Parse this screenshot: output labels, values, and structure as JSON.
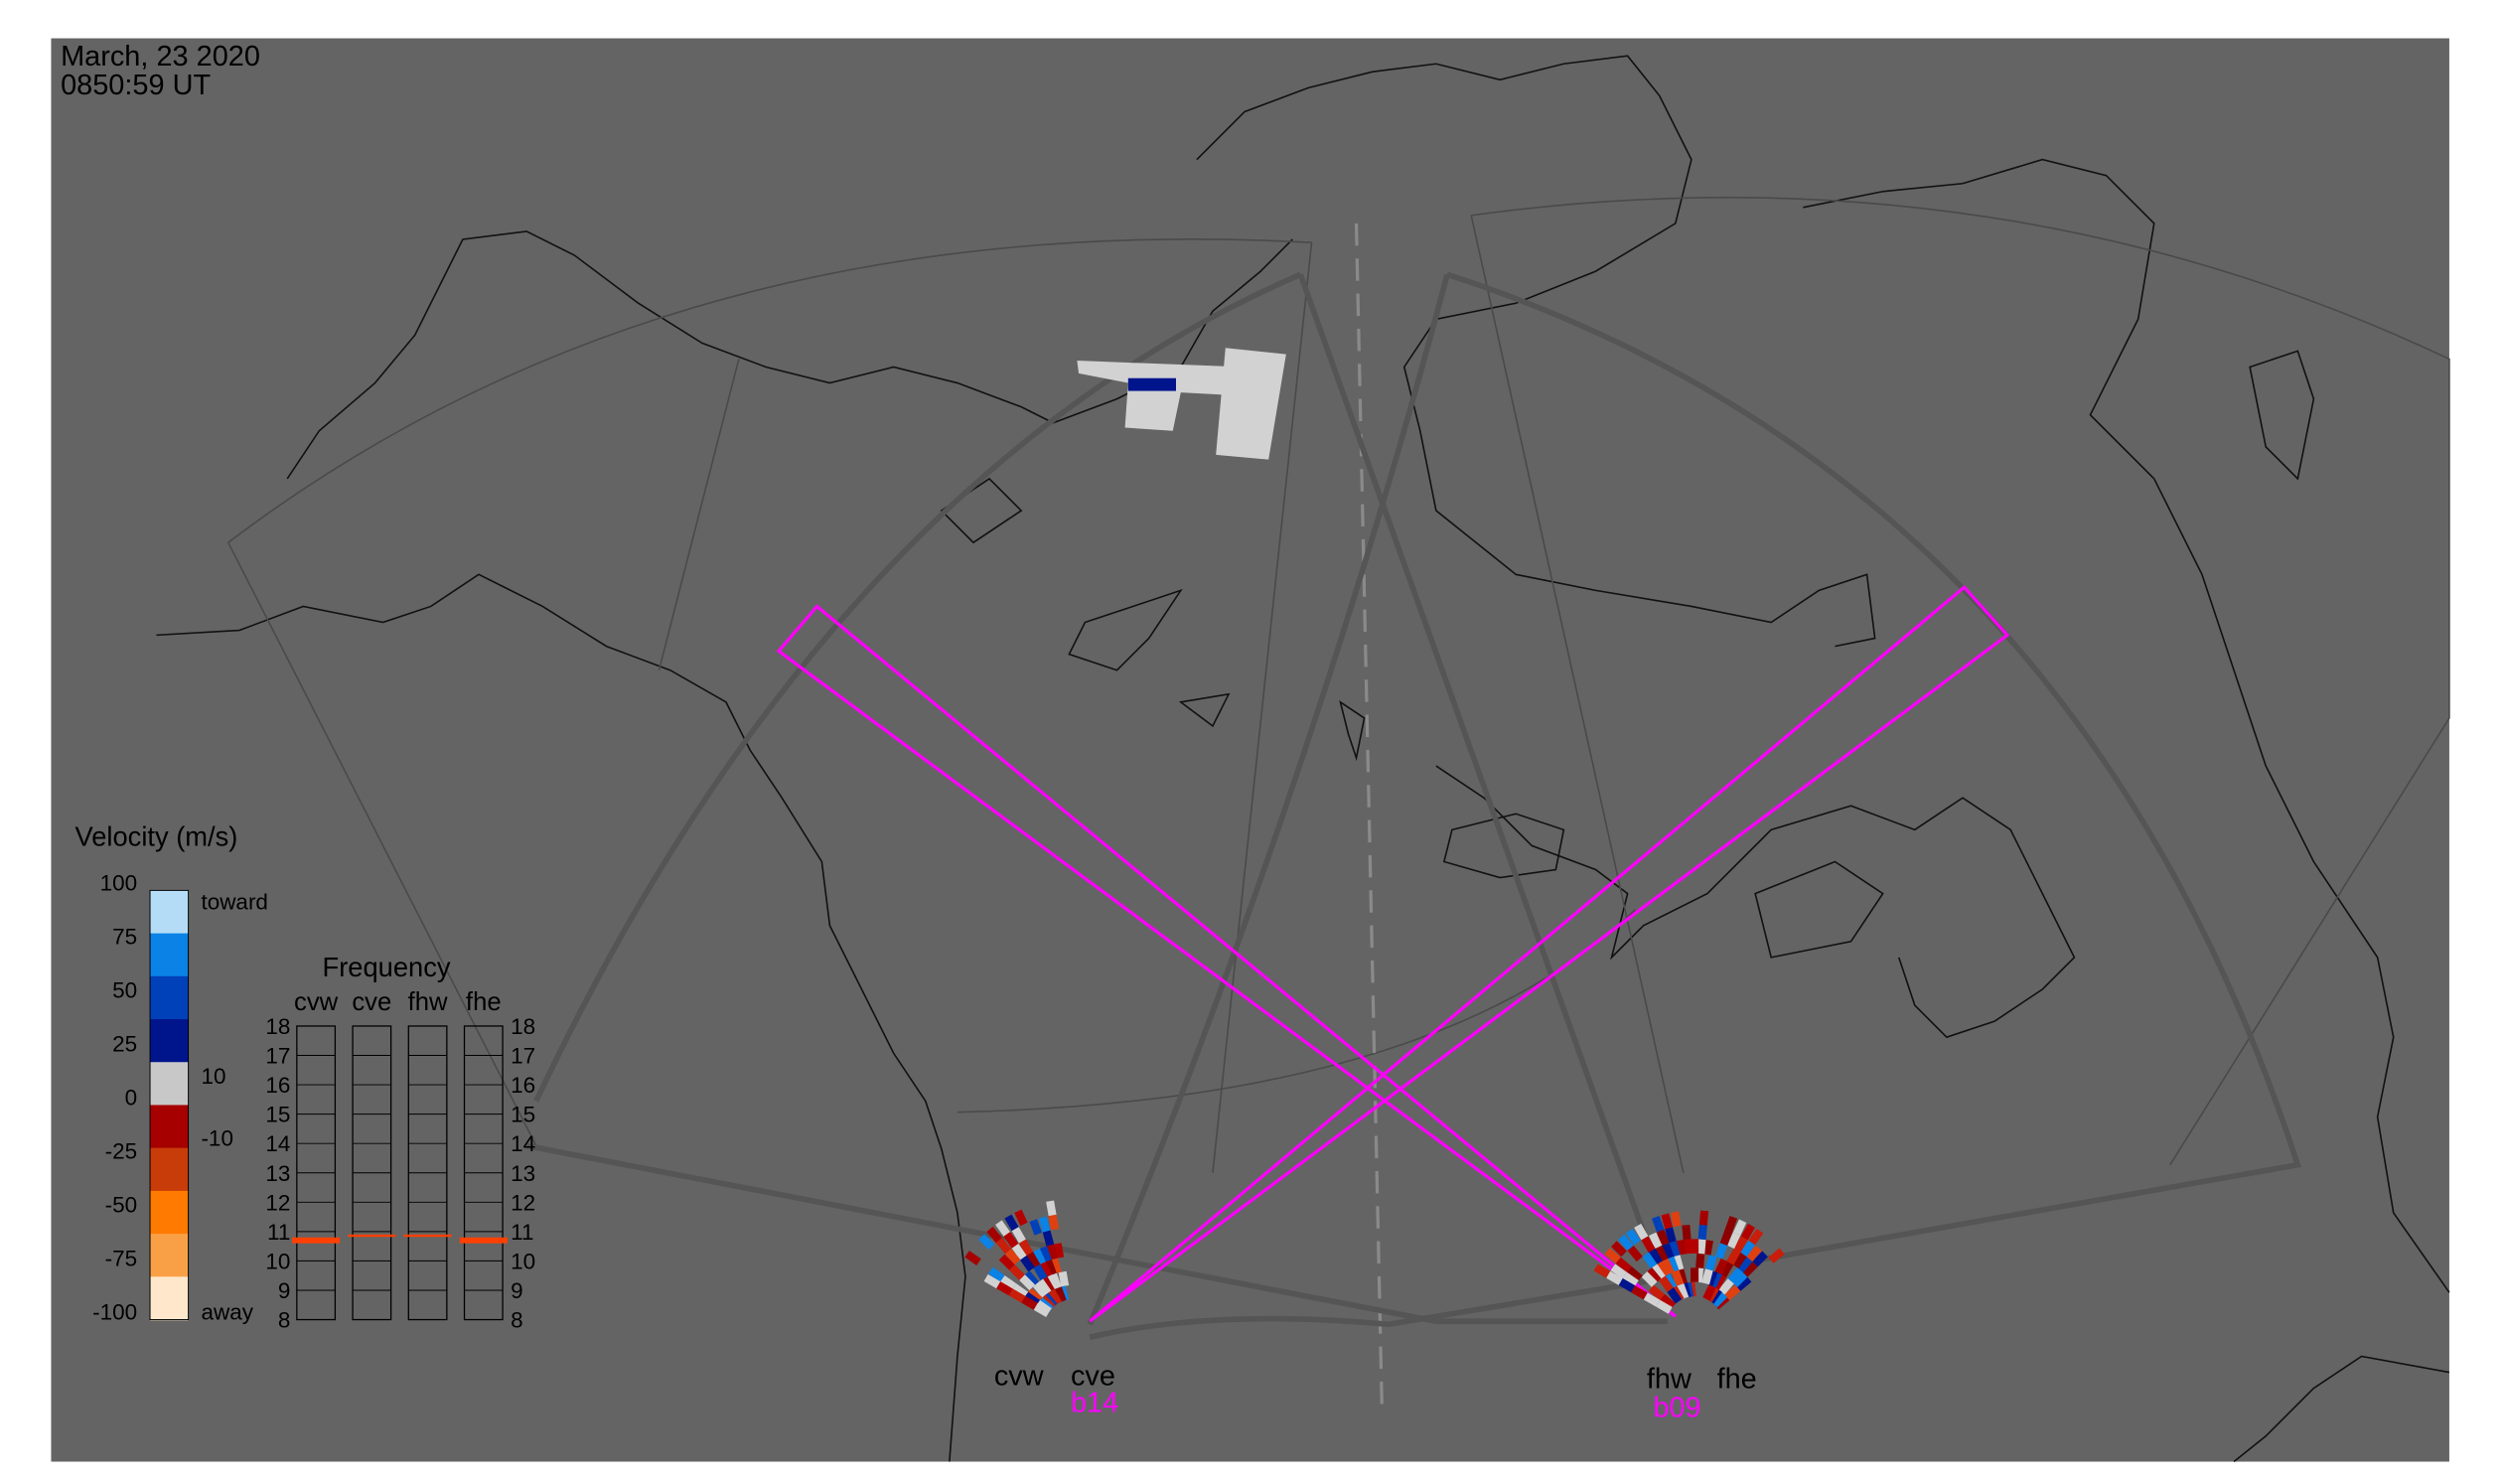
{
  "header": {
    "date": "March, 23 2020",
    "time": "0850:59 UT"
  },
  "colorbar": {
    "title": "Velocity (m/s)",
    "ticks": [
      "100",
      "75",
      "50",
      "25",
      "0",
      "-25",
      "-50",
      "-75",
      "-100"
    ],
    "toward_label": "toward",
    "away_label": "away",
    "threshold_pos": "10",
    "threshold_neg": "-10",
    "colors": [
      "#ffe7cc",
      "#f9a046",
      "#ff7a00",
      "#c83c0a",
      "#a60000",
      "#c8c8c8",
      "#00148c",
      "#0040b8",
      "#0a82e6",
      "#b4dcf6"
    ]
  },
  "frequency": {
    "title": "Frequency",
    "radars": [
      "cvw",
      "cve",
      "fhw",
      "fhe"
    ],
    "axis_ticks": [
      "18",
      "17",
      "16",
      "15",
      "14",
      "13",
      "12",
      "11",
      "10",
      "9",
      "8"
    ],
    "values_mhz": {
      "cvw": [
        10.6,
        10.8
      ],
      "cve": [
        10.9,
        10.9
      ],
      "fhw": [
        10.9,
        10.9
      ],
      "fhe": [
        10.6,
        10.8
      ]
    },
    "bar_color": "#ff4000"
  },
  "sites": {
    "cv": {
      "west": "cvw",
      "east": "cve",
      "beam": "b14"
    },
    "fh": {
      "west": "fhw",
      "east": "fhe",
      "beam": "b09"
    }
  },
  "colors": {
    "map_bg": "#646464",
    "beam": "#ff00ff",
    "fov": "#4a4a4a"
  }
}
